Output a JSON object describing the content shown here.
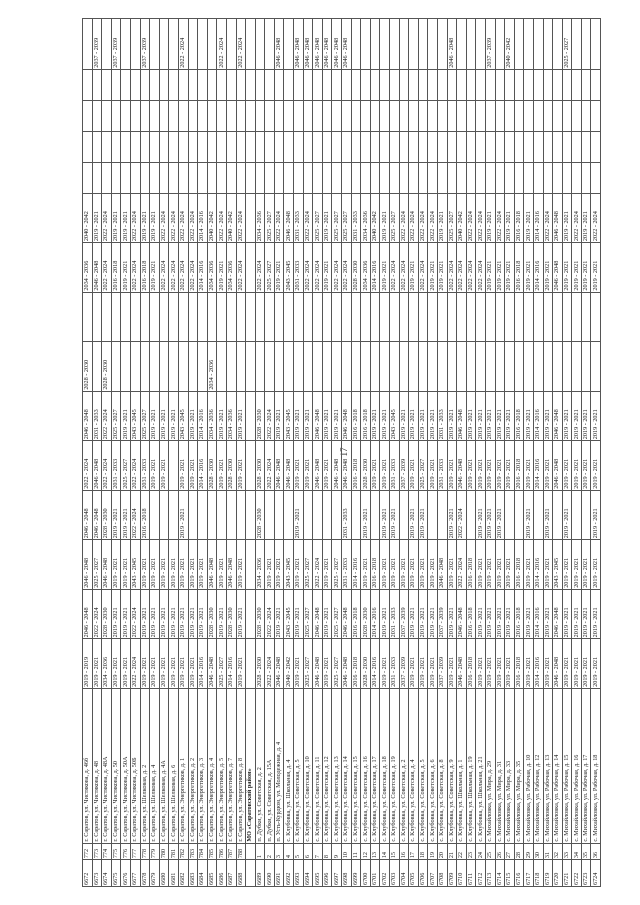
{
  "page_number": "17",
  "table": {
    "column_count": 18,
    "rows": [
      [
        "6672",
        "772",
        "г. Саратов, ул. Чистякова, д. 46б",
        "2019 - 2019",
        "2046 - 2048",
        "2046 - 2048",
        "2046 - 2048",
        "2022 - 2024",
        "2046 - 2048",
        "2028 - 2030",
        "",
        "2034 - 2036",
        "2040 - 2042",
        "",
        "",
        "",
        "",
        ""
      ],
      [
        "6673",
        "773",
        "г. Саратов, ул. Чистякова, д. 48",
        "2019 - 2021",
        "2022 - 2024",
        "2025 - 2027",
        "2046 - 2048",
        "2046 - 2048",
        "2031 - 2033",
        "",
        "",
        "2046 - 2048",
        "2019 - 2021",
        "",
        "",
        "",
        "",
        "2037 - 2039"
      ],
      [
        "6674",
        "774",
        "г. Саратов, ул. Чистякова, д. 48А",
        "2034 - 2036",
        "2028 - 2030",
        "2046 - 2048",
        "2028 - 2030",
        "2022 - 2024",
        "2022 - 2024",
        "2028 - 2030",
        "",
        "2022 - 2024",
        "2022 - 2024",
        "",
        "",
        "",
        "",
        ""
      ],
      [
        "6675",
        "775",
        "г. Саратов, ул. Чистякова, д. 50",
        "2019 - 2021",
        "2019 - 2021",
        "2019 - 2021",
        "2019 - 2021",
        "2031 - 2033",
        "2025 - 2027",
        "",
        "",
        "2016 - 2018",
        "2019 - 2021",
        "",
        "",
        "",
        "",
        "2037 - 2039"
      ],
      [
        "6676",
        "776",
        "г. Саратов, ул. Чистякова, д. 50А",
        "2019 - 2021",
        "2019 - 2021",
        "2019 - 2021",
        "2019 - 2021",
        "2025 - 2027",
        "2019 - 2021",
        "",
        "",
        "2019 - 2021",
        "2019 - 2021",
        "",
        "",
        "",
        "",
        ""
      ],
      [
        "6677",
        "777",
        "г. Саратов, ул. Чистякова, д. 50Б",
        "2022 - 2024",
        "2022 - 2024",
        "2043 - 2045",
        "2022 - 2024",
        "2022 - 2024",
        "2043 - 2045",
        "",
        "",
        "2022 - 2024",
        "2022 - 2024",
        "",
        "",
        "",
        "",
        ""
      ],
      [
        "6678",
        "778",
        "г. Саратов, ул. Шелковая, д. 2",
        "2019 - 2021",
        "2019 - 2021",
        "2019 - 2021",
        "2016 - 2018",
        "2031 - 2033",
        "2025 - 2027",
        "",
        "",
        "2016 - 2018",
        "2019 - 2021",
        "",
        "",
        "",
        "",
        "2037 - 2039"
      ],
      [
        "6679",
        "779",
        "г. Саратов, ул. Шелковая, д. 4",
        "2019 - 2021",
        "2019 - 2021",
        "2019 - 2021",
        "",
        "2019 - 2021",
        "2019 - 2021",
        "",
        "",
        "2019 - 2021",
        "2019 - 2021",
        "",
        "",
        "",
        "",
        ""
      ],
      [
        "6680",
        "780",
        "г. Саратов, ул. Шелковая, д. 4А",
        "2019 - 2021",
        "2019 - 2021",
        "2019 - 2021",
        "",
        "2019 - 2021",
        "2019 - 2021",
        "",
        "",
        "2022 - 2024",
        "2022 - 2024",
        "",
        "",
        "",
        "",
        ""
      ],
      [
        "6681",
        "781",
        "г. Саратов, ул. Шелковая, д. 6",
        "2019 - 2021",
        "2019 - 2021",
        "2019 - 2021",
        "",
        "",
        "2019 - 2021",
        "",
        "",
        "2022 - 2024",
        "2022 - 2024",
        "",
        "",
        "",
        "",
        ""
      ],
      [
        "6682",
        "782",
        "г. Саратов, ул. Энергетиков, д. 1",
        "2019 - 2021",
        "2019 - 2021",
        "2019 - 2021",
        "2019 - 2021",
        "2019 - 2021",
        "2043 - 2045",
        "",
        "",
        "2022 - 2024",
        "2022 - 2024",
        "",
        "",
        "",
        "",
        "2022 - 2024"
      ],
      [
        "6683",
        "783",
        "г. Саратов, ул. Энергетиков, д. 2",
        "2019 - 2021",
        "2019 - 2021",
        "2019 - 2021",
        "",
        "2019 - 2021",
        "2019 - 2021",
        "",
        "",
        "2022 - 2024",
        "2022 - 2024",
        "",
        "",
        "",
        "",
        ""
      ],
      [
        "6684",
        "784",
        "г. Саратов, ул. Энергетиков, д. 3",
        "2014 - 2016",
        "2019 - 2021",
        "2019 - 2021",
        "",
        "2014 - 2016",
        "2014 - 2016",
        "",
        "",
        "2014 - 2016",
        "2014 - 2016",
        "",
        "",
        "",
        "",
        ""
      ],
      [
        "6685",
        "785",
        "г. Саратов, ул. Энергетиков, д. 4",
        "2046 - 2048",
        "2028 - 2030",
        "2046 - 2048",
        "",
        "2028 - 2030",
        "2034 - 2036",
        "2034 - 2036",
        "",
        "2034 - 2036",
        "2040 - 2042",
        "",
        "",
        "",
        "",
        ""
      ],
      [
        "6686",
        "786",
        "г. Саратов, ул. Энергетиков, д. 5",
        "2025 - 2027",
        "2019 - 2021",
        "2019 - 2021",
        "",
        "2019 - 2021",
        "2019 - 2021",
        "",
        "",
        "2019 - 2021",
        "2022 - 2024",
        "",
        "",
        "",
        "",
        "2022 - 2024"
      ],
      [
        "6687",
        "787",
        "г. Саратов, ул. Энергетиков, д. 7",
        "2014 - 2016",
        "2028 - 2030",
        "2046 - 2048",
        "",
        "2028 - 2030",
        "2034 - 2036",
        "",
        "",
        "2034 - 2036",
        "2040 - 2042",
        "",
        "",
        "",
        "",
        ""
      ],
      [
        "6688",
        "788",
        "г. Саратов, ул. Энергетиков, д. 8",
        "2019 - 2021",
        "2019 - 2021",
        "2019 - 2021",
        "",
        "2019 - 2021",
        "2019 - 2021",
        "",
        "",
        "2022 - 2024",
        "2022 - 2024",
        "",
        "",
        "",
        "",
        "2022 - 2024"
      ],
      [
        "",
        "",
        "МО «Саратовский район»",
        "",
        "",
        "",
        "",
        "",
        "",
        "",
        "",
        "",
        "",
        "",
        "",
        "",
        "",
        ""
      ],
      [
        "6689",
        "1",
        "п. Дубки, ул. Советская, д. 2",
        "2028 - 2030",
        "2028 - 2030",
        "2034 - 2036",
        "2028 - 2030",
        "2028 - 2030",
        "2028 - 2030",
        "",
        "",
        "2022 - 2024",
        "2034 - 2036",
        "",
        "",
        "",
        "",
        ""
      ],
      [
        "6690",
        "2",
        "п. Дубки, ул. Советская, д. 15А",
        "2022 - 2024",
        "2022 - 2024",
        "2019 - 2021",
        "",
        "2022 - 2024",
        "2022 - 2024",
        "",
        "",
        "2025 - 2027",
        "2025 - 2027",
        "",
        "",
        "",
        "",
        ""
      ],
      [
        "6691",
        "3",
        "п. Усть-Курдюм, ул. Молодежная, д. 4",
        "2046 - 2048",
        "2019 - 2021",
        "2019 - 2021",
        "",
        "2046 - 2048",
        "2019 - 2021",
        "",
        "",
        "2019 - 2021",
        "2022 - 2024",
        "",
        "",
        "",
        "",
        "2046 - 2048"
      ],
      [
        "6692",
        "4",
        "с. Клубовка, ул. Школьная, д. 4",
        "2040 - 2042",
        "2043 - 2045",
        "2043 - 2045",
        "",
        "2046 - 2048",
        "2043 - 2045",
        "",
        "",
        "2043 - 2045",
        "2046 - 2048",
        "",
        "",
        "",
        "",
        ""
      ],
      [
        "6693",
        "5",
        "с. Клубовка, ул. Советская, д. 5",
        "2019 - 2021",
        "2019 - 2021",
        "2019 - 2021",
        "2019 - 2021",
        "2019 - 2021",
        "2019 - 2021",
        "",
        "",
        "2031 - 2033",
        "2031 - 2033",
        "",
        "",
        "",
        "",
        "2046 - 2048"
      ],
      [
        "6694",
        "6",
        "с. Клубовка, ул. Советская, д. 10",
        "2025 - 2027",
        "2025 - 2027",
        "2025 - 2027",
        "",
        "2019 - 2021",
        "2019 - 2021",
        "",
        "",
        "2022 - 2024",
        "2022 - 2024",
        "",
        "",
        "",
        "",
        "2046 - 2048"
      ],
      [
        "6695",
        "7",
        "с. Клубовка, ул. Советская, д. 11",
        "2046 - 2048",
        "2046 - 2048",
        "2022 - 2024",
        "",
        "2046 - 2048",
        "2046 - 2048",
        "",
        "",
        "2022 - 2024",
        "2025 - 2027",
        "",
        "",
        "",
        "",
        "2046 - 2048"
      ],
      [
        "6696",
        "8",
        "с. Клубовка, ул. Советская, д. 12",
        "2019 - 2021",
        "2019 - 2021",
        "2019 - 2021",
        "",
        "2019 - 2021",
        "2019 - 2021",
        "",
        "",
        "2019 - 2021",
        "2019 - 2021",
        "",
        "",
        "",
        "",
        "2046 - 2048"
      ],
      [
        "6697",
        "9",
        "с. Клубовка, ул. Советская, д. 13",
        "2025 - 2027",
        "2025 - 2027",
        "2025 - 2027",
        "",
        "2046 - 2048",
        "2019 - 2021",
        "",
        "",
        "2022 - 2024",
        "2025 - 2027",
        "",
        "",
        "",
        "",
        "2046 - 2048"
      ],
      [
        "6698",
        "10",
        "с. Клубовка, ул. Советская, д. 14",
        "2046 - 2048",
        "2046 - 2048",
        "2031 - 2033",
        "2031 - 2033",
        "2046 - 2048",
        "2046 - 2048",
        "",
        "",
        "2022 - 2024",
        "2025 - 2027",
        "",
        "",
        "",
        "",
        "2046 - 2048"
      ],
      [
        "6699",
        "11",
        "с. Клубовка, ул. Советская, д. 15",
        "2016 - 2018",
        "2016 - 2018",
        "2014 - 2016",
        "",
        "2016 - 2018",
        "2016 - 2018",
        "",
        "",
        "2028 - 2030",
        "2031 - 2033",
        "",
        "",
        "",
        "",
        ""
      ],
      [
        "6700",
        "12",
        "с. Клубовка, ул. Советская, д. 16",
        "2028 - 2030",
        "2028 - 2030",
        "2019 - 2021",
        "2019 - 2021",
        "2028 - 2030",
        "2016 - 2018",
        "",
        "",
        "2034 - 2036",
        "2034 - 2036",
        "",
        "",
        "",
        "",
        ""
      ],
      [
        "6701",
        "13",
        "с. Клубовка, ул. Советская, д. 17",
        "2014 - 2016",
        "2014 - 2016",
        "2016 - 2018",
        "",
        "2019 - 2021",
        "2019 - 2021",
        "",
        "",
        "2014 - 2016",
        "2040 - 2042",
        "",
        "",
        "",
        "",
        ""
      ],
      [
        "6702",
        "14",
        "с. Клубовка, ул. Советская, д. 18",
        "2019 - 2021",
        "2019 - 2021",
        "2019 - 2021",
        "2019 - 2021",
        "2019 - 2021",
        "2019 - 2021",
        "",
        "",
        "2019 - 2021",
        "2019 - 2021",
        "",
        "",
        "",
        "",
        ""
      ],
      [
        "6703",
        "15",
        "с. Клубовка, ул. Советская, д. 19",
        "2031 - 2033",
        "2031 - 2033",
        "2019 - 2021",
        "2019 - 2021",
        "2031 - 2033",
        "2043 - 2045",
        "",
        "",
        "2022 - 2024",
        "2025 - 2027",
        "",
        "",
        "",
        "",
        ""
      ],
      [
        "6704",
        "16",
        "с. Клубовка, ул. Советская, д. 2",
        "2037 - 2039",
        "2037 - 2039",
        "2019 - 2021",
        "",
        "2037 - 2039",
        "2019 - 2021",
        "",
        "",
        "2022 - 2024",
        "2022 - 2024",
        "",
        "",
        "",
        "",
        ""
      ],
      [
        "6705",
        "17",
        "с. Клубовка, ул. Советская, д. 4",
        "2019 - 2021",
        "2019 - 2021",
        "2019 - 2021",
        "2019 - 2021",
        "2019 - 2021",
        "2019 - 2021",
        "",
        "",
        "2019 - 2021",
        "2022 - 2024",
        "",
        "",
        "",
        "",
        ""
      ],
      [
        "6706",
        "18",
        "с. Клубовка, ул. Советская, д. 5",
        "2019 - 2021",
        "2019 - 2021",
        "2019 - 2021",
        "2019 - 2021",
        "2025 - 2027",
        "2019 - 2021",
        "",
        "",
        "2022 - 2024",
        "2022 - 2024",
        "",
        "",
        "",
        "",
        ""
      ],
      [
        "6707",
        "19",
        "с. Клубовка, ул. Советская, д. 6",
        "2019 - 2021",
        "2019 - 2021",
        "2019 - 2021",
        "",
        "2019 - 2021",
        "2019 - 2021",
        "",
        "",
        "2019 - 2021",
        "2022 - 2024",
        "",
        "",
        "",
        "",
        ""
      ],
      [
        "6708",
        "20",
        "с. Клубовка, ул. Советская, д. 8",
        "2037 - 2039",
        "2037 - 2039",
        "2046 - 2048",
        "",
        "2031 - 2033",
        "2031 - 2033",
        "",
        "",
        "2019 - 2021",
        "2019 - 2021",
        "",
        "",
        "",
        "",
        ""
      ],
      [
        "6709",
        "21",
        "с. Клубовка, ул. Советская, д. 9",
        "2019 - 2021",
        "2019 - 2021",
        "2019 - 2021",
        "2019 - 2021",
        "2019 - 2021",
        "2019 - 2021",
        "",
        "",
        "2022 - 2024",
        "2025 - 2027",
        "",
        "",
        "",
        "",
        "2046 - 2048"
      ],
      [
        "6710",
        "22",
        "с. Клубовка, ул. Школьная, д. 1",
        "2046 - 2048",
        "2046 - 2048",
        "2022 - 2024",
        "2022 - 2024",
        "2046 - 2048",
        "2046 - 2048",
        "",
        "",
        "2022 - 2024",
        "2040 - 2042",
        "",
        "",
        "",
        "",
        ""
      ],
      [
        "6711",
        "23",
        "с. Клубовка, ул. Школьная, д. 19",
        "2016 - 2018",
        "2016 - 2018",
        "2016 - 2018",
        "",
        "2019 - 2021",
        "2019 - 2021",
        "",
        "",
        "2022 - 2024",
        "2022 - 2024",
        "",
        "",
        "",
        "",
        ""
      ],
      [
        "6712",
        "24",
        "с. Клубовка, ул. Школьная, д. 21",
        "2019 - 2021",
        "2019 - 2021",
        "2019 - 2021",
        "2019 - 2021",
        "2019 - 2021",
        "2019 - 2021",
        "",
        "",
        "2022 - 2024",
        "2022 - 2024",
        "",
        "",
        "",
        "",
        ""
      ],
      [
        "6713",
        "25",
        "с. Михайловка, ул. Мира, д. 29",
        "2019 - 2021",
        "2019 - 2021",
        "2019 - 2021",
        "2019 - 2021",
        "2019 - 2021",
        "2019 - 2021",
        "",
        "",
        "2019 - 2021",
        "2019 - 2021",
        "",
        "",
        "",
        "",
        "2037 - 2039"
      ],
      [
        "6714",
        "26",
        "с. Михайловка, ул. Мира, д. 31",
        "2019 - 2021",
        "2019 - 2021",
        "2019 - 2021",
        "2019 - 2021",
        "2019 - 2021",
        "2019 - 2021",
        "",
        "",
        "2019 - 2021",
        "2022 - 2024",
        "",
        "",
        "",
        "",
        ""
      ],
      [
        "6715",
        "27",
        "с. Михайловка, ул. Мира, д. 33",
        "2019 - 2021",
        "2019 - 2021",
        "2019 - 2021",
        "",
        "2019 - 2021",
        "2019 - 2021",
        "",
        "",
        "2019 - 2021",
        "2019 - 2021",
        "",
        "",
        "",
        "",
        "2040 - 2042"
      ],
      [
        "6716",
        "28",
        "с. Михайловка, ул. Мира, д. 35",
        "2016 - 2018",
        "2016 - 2018",
        "2016 - 2018",
        "",
        "2016 - 2018",
        "2016 - 2018",
        "",
        "",
        "2016 - 2018",
        "2016 - 2018",
        "",
        "",
        "",
        "",
        ""
      ],
      [
        "6717",
        "29",
        "с. Михайловка, ул. Рабочая, д. 10",
        "2019 - 2021",
        "2019 - 2021",
        "2019 - 2021",
        "2019 - 2021",
        "2019 - 2021",
        "2019 - 2021",
        "",
        "",
        "2019 - 2021",
        "2019 - 2021",
        "",
        "",
        "",
        "",
        ""
      ],
      [
        "6718",
        "30",
        "с. Михайловка, ул. Рабочая, д. 12",
        "2014 - 2016",
        "2014 - 2016",
        "2014 - 2016",
        "",
        "2014 - 2016",
        "2014 - 2016",
        "",
        "",
        "2014 - 2016",
        "2014 - 2016",
        "",
        "",
        "",
        "",
        ""
      ],
      [
        "6719",
        "31",
        "с. Михайловка, ул. Рабочая, д. 13",
        "2019 - 2021",
        "2019 - 2021",
        "2019 - 2021",
        "2019 - 2021",
        "2019 - 2021",
        "2019 - 2021",
        "",
        "",
        "2019 - 2021",
        "2022 - 2024",
        "",
        "",
        "",
        "",
        ""
      ],
      [
        "6720",
        "32",
        "с. Михайловка, ул. Рабочая, д. 14",
        "2046 - 2048",
        "2046 - 2048",
        "2043 - 2045",
        "",
        "2046 - 2048",
        "2046 - 2048",
        "",
        "",
        "2046 - 2048",
        "2046 - 2048",
        "",
        "",
        "",
        "",
        ""
      ],
      [
        "6721",
        "33",
        "с. Михайловка, ул. Рабочая, д. 15",
        "2019 - 2021",
        "2019 - 2021",
        "2019 - 2021",
        "2019 - 2021",
        "2019 - 2021",
        "2019 - 2021",
        "",
        "",
        "2019 - 2021",
        "2019 - 2021",
        "",
        "",
        "",
        "",
        "2025 - 2027"
      ],
      [
        "6722",
        "34",
        "с. Михайловка, ул. Рабочая, д. 16",
        "2019 - 2021",
        "2019 - 2021",
        "2019 - 2021",
        "",
        "2019 - 2021",
        "2019 - 2021",
        "",
        "",
        "2019 - 2021",
        "2022 - 2024",
        "",
        "",
        "",
        "",
        ""
      ],
      [
        "6723",
        "35",
        "с. Михайловка, ул. Рабочая, д. 17",
        "2019 - 2021",
        "2019 - 2021",
        "2019 - 2021",
        "",
        "2019 - 2021",
        "2019 - 2021",
        "",
        "",
        "2019 - 2021",
        "2019 - 2021",
        "",
        "",
        "",
        "",
        ""
      ],
      [
        "6724",
        "36",
        "с. Михайловка, ул. Рабочая, д. 18",
        "2019 - 2021",
        "2019 - 2021",
        "2019 - 2021",
        "2019 - 2021",
        "2019 - 2021",
        "2019 - 2021",
        "",
        "",
        "2019 - 2021",
        "2022 - 2024",
        "",
        "",
        "",
        "",
        ""
      ]
    ]
  }
}
